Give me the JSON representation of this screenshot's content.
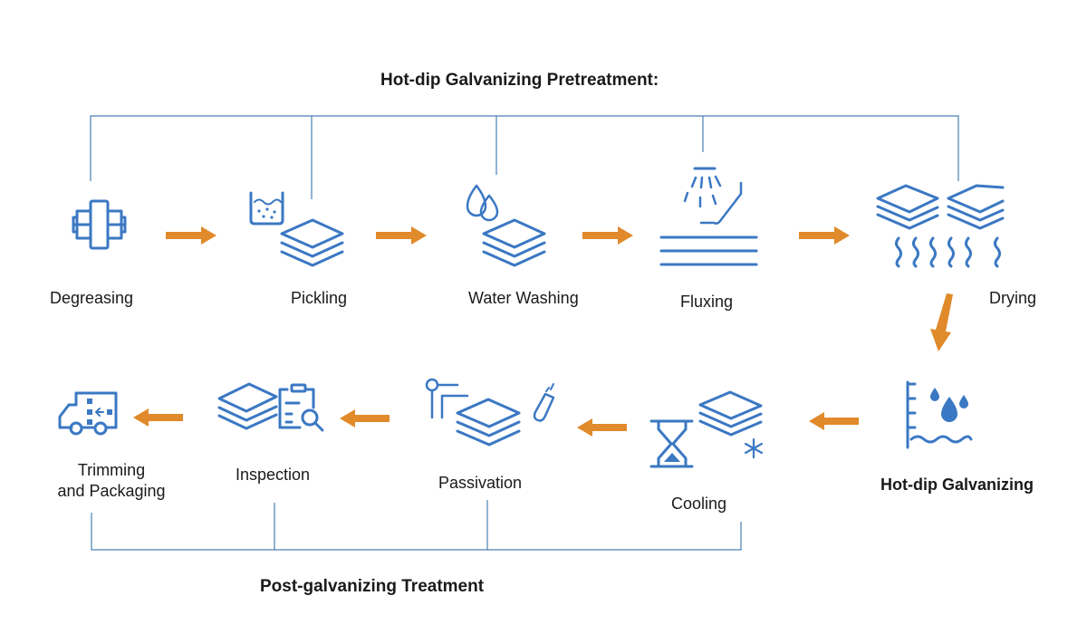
{
  "diagram": {
    "title_top": "Hot-dip Galvanizing Pretreatment:",
    "title_bottom": "Post-galvanizing Treatment",
    "colors": {
      "icon": "#3b78c3",
      "arrow": "#e08a2b",
      "bracket": "#4a7fb5"
    },
    "pretreatment_steps": [
      {
        "label": "Degreasing",
        "icon": "degreasing-icon"
      },
      {
        "label": "Pickling",
        "icon": "acid-bath-sheets-icon"
      },
      {
        "label": "Water Washing",
        "icon": "water-drops-sheets-icon"
      },
      {
        "label": "Fluxing",
        "icon": "shower-flux-icon"
      },
      {
        "label": "Drying",
        "icon": "sheets-heat-waves-icon"
      }
    ],
    "main_step": {
      "label": "Hot-dip Galvanizing",
      "icon": "zinc-bath-drops-icon"
    },
    "post_steps": [
      {
        "label": "Cooling",
        "icon": "hourglass-snowflake-icon"
      },
      {
        "label": "Passivation",
        "icon": "pipe-test-tube-icon"
      },
      {
        "label": "Inspection",
        "icon": "clipboard-magnifier-icon"
      },
      {
        "label_line1": "Trimming",
        "label_line2": "and Packaging",
        "icon": "truck-icon"
      }
    ]
  }
}
